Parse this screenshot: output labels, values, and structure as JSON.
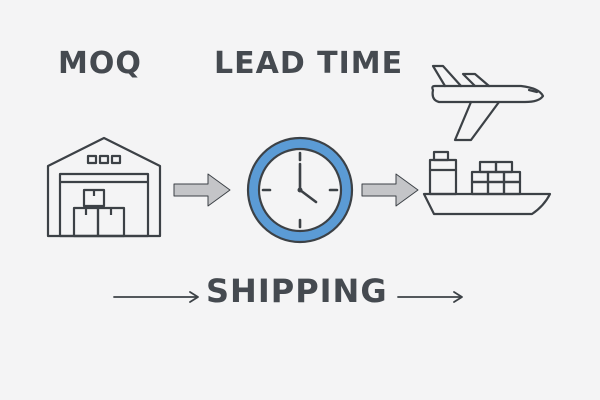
{
  "labels": {
    "moq": "MOQ",
    "lead_time": "LEAD TIME",
    "shipping": "SHIPPING"
  },
  "colors": {
    "text": "#454a50",
    "line": "#3c4146",
    "clock_ring": "#5b9bd5",
    "arrow_fill": "#c4c5c8",
    "background": "#f4f4f5"
  },
  "icons": [
    "warehouse-icon",
    "clock-icon",
    "airplane-icon",
    "cargo-ship-icon"
  ]
}
